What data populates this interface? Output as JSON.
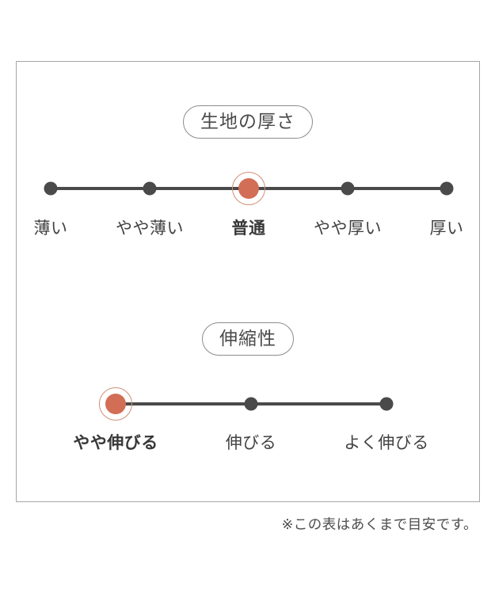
{
  "colors": {
    "accent": "#d26e55",
    "accent_ring": "#cf8f76",
    "scale": "#4a4a4a",
    "panel_border": "#a6a6a6"
  },
  "chart_data": [
    {
      "type": "scale",
      "title": "生地の厚さ",
      "categories": [
        "薄い",
        "やや薄い",
        "普通",
        "やや厚い",
        "厚い"
      ],
      "selected_index": 2,
      "selected_label": "普通"
    },
    {
      "type": "scale",
      "title": "伸縮性",
      "categories": [
        "やや伸びる",
        "伸びる",
        "よく伸びる"
      ],
      "selected_index": 0,
      "selected_label": "やや伸びる"
    }
  ],
  "footnote": "※この表はあくまで目安です。"
}
